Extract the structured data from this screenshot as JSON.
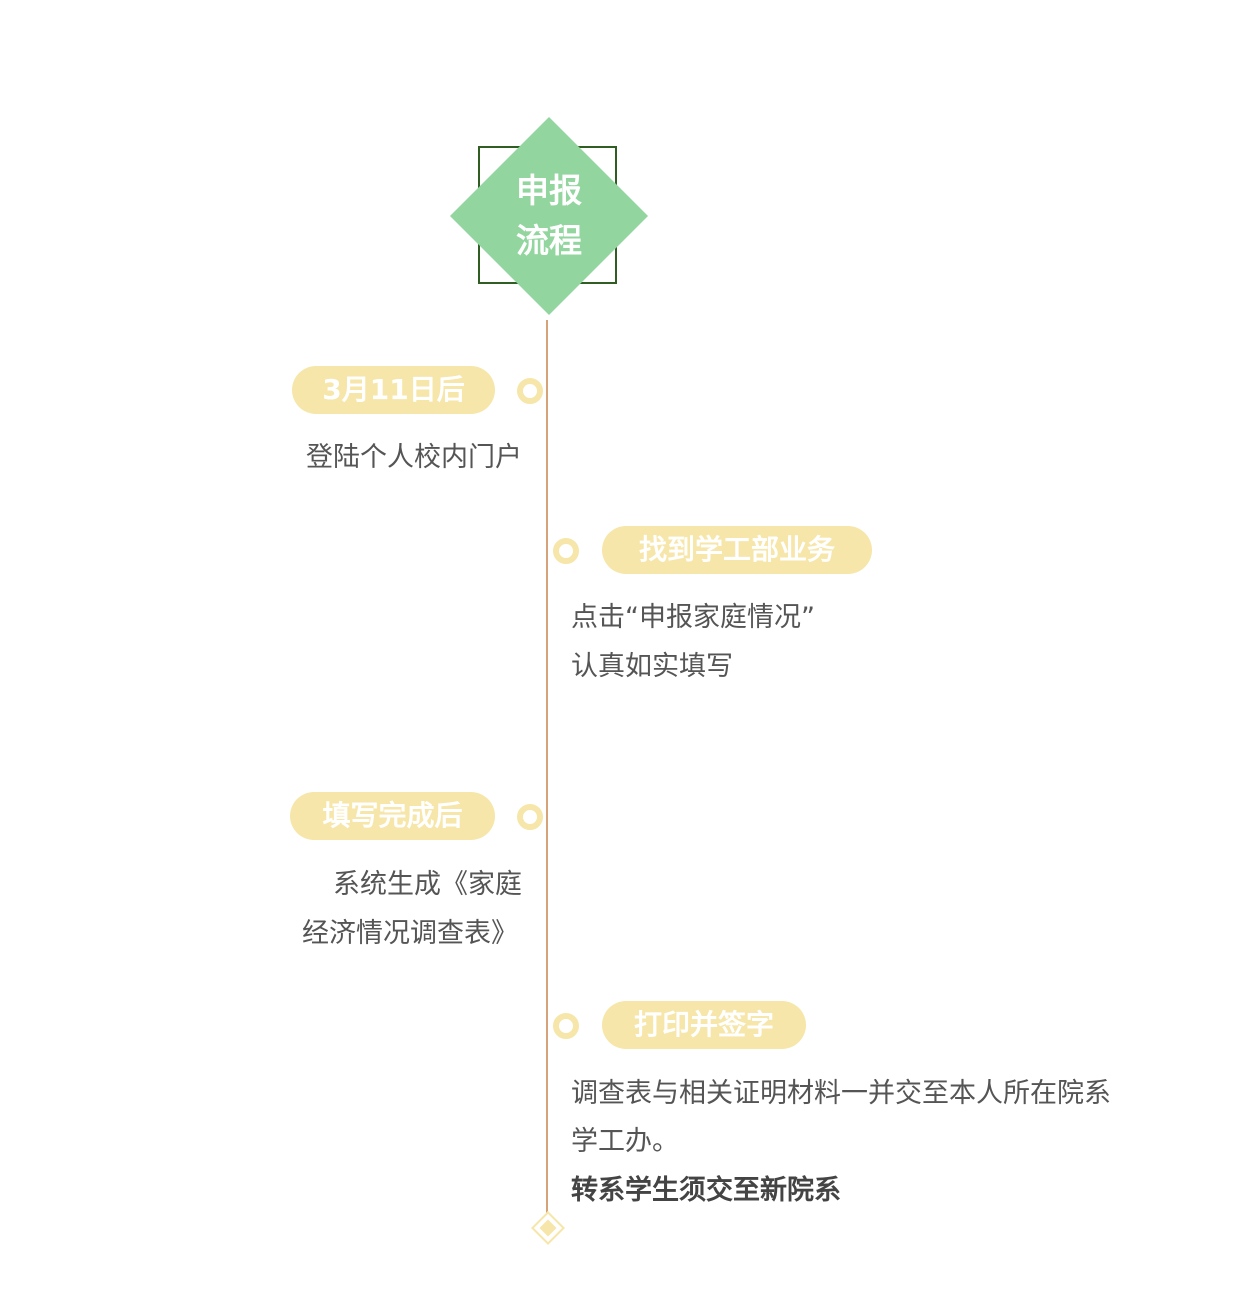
{
  "header": {
    "title_line1": "申报",
    "title_line2": "流程"
  },
  "colors": {
    "accent_green": "#92d59e",
    "frame": "#2f5d22",
    "pill": "#f7e6a9",
    "line": "#d6a27a"
  },
  "steps": [
    {
      "label": "3月11日后",
      "lines": [
        "登陆个人校内门户"
      ]
    },
    {
      "label": "找到学工部业务",
      "lines": [
        "点击“申报家庭情况”",
        "认真如实填写"
      ]
    },
    {
      "label": "填写完成后",
      "lines": [
        "系统生成《家庭",
        "经济情况调查表》"
      ]
    },
    {
      "label": "打印并签字",
      "lines": [
        "调查表与相关证明材料一并交至本人所在院系",
        "学工办。"
      ],
      "emphasis": "转系学生须交至新院系"
    }
  ]
}
